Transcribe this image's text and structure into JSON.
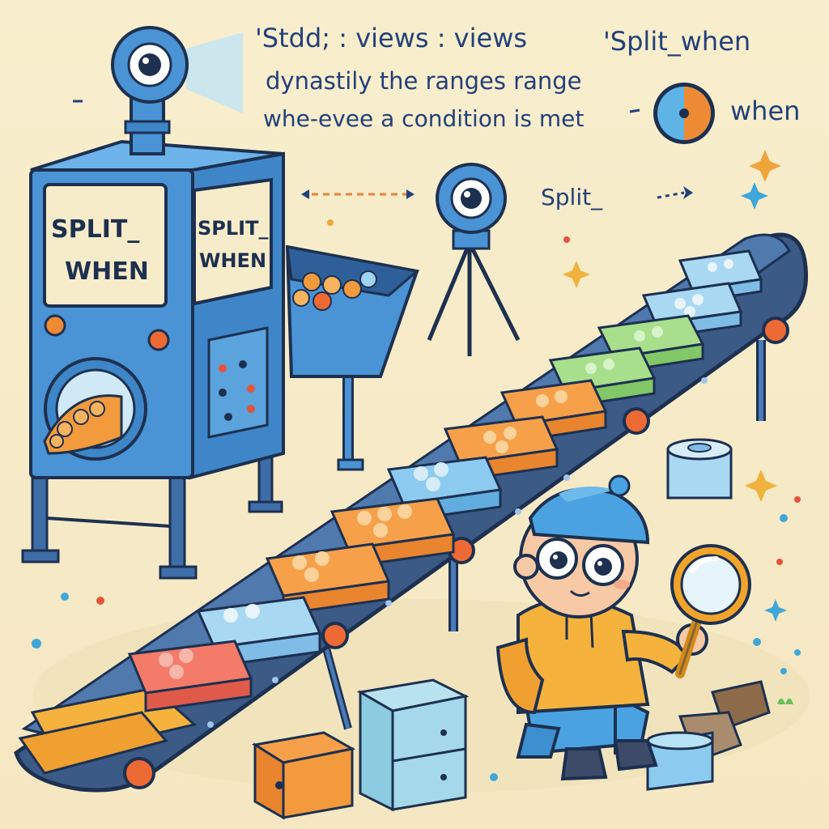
{
  "header": {
    "namespace": "'Stdd; : views : views",
    "name": "'Split_when",
    "line1": "dynastily the ranges range",
    "line2": "whe-evee a condition is met",
    "when": "when"
  },
  "machine": {
    "panel_front_l1": "SPLIT_",
    "panel_front_l2": "WHEN",
    "panel_side_l1": "SPLIT_",
    "panel_side_l2": "WHEN"
  },
  "sensor_label": "Split_",
  "colors": {
    "background": "#f7ecc9",
    "machine_blue": "#4a93d4",
    "belt_dark": "#3b5a86",
    "orange": "#f29a3c",
    "green": "#8fd07a",
    "light_blue": "#9fd3f2",
    "ink": "#23407a"
  },
  "icons": [
    "camera-icon",
    "sensor-icon",
    "pie-clock-icon",
    "magnifier-icon",
    "sparkle-icon"
  ]
}
